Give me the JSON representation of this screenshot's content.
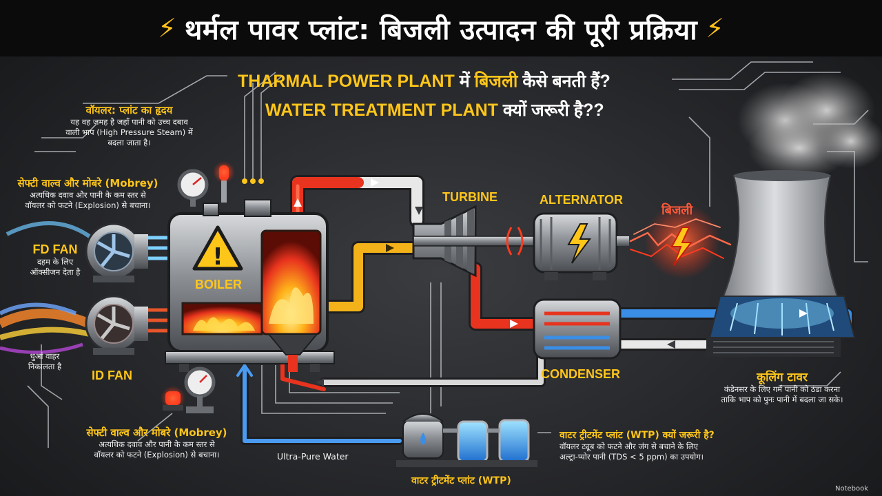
{
  "title": "थर्मल पावर प्लांट: बिजली उत्पादन की पूरी प्रक्रिया",
  "title_icon": "lightning-bolt-icon",
  "question1": {
    "a": "THARMAL POWER PLANT",
    "b": "में",
    "c": "बिजली",
    "d": "कैसे बनती हैं?"
  },
  "question2": {
    "a": "WATER TREATMENT PLANT",
    "b": "क्यों जरूरी है??"
  },
  "boiler_note": {
    "heading": "वॉयलर: प्लांट का हृदय",
    "lines": [
      "यह वह जमह है जहाँ पानी को उच्च दबाव",
      "वाली भाप (High Pressure Steam) में",
      "बदला जाता है।"
    ]
  },
  "safety_top": {
    "heading": "सेफ्टी वाल्व और मोबरे (Mobrey)",
    "lines": [
      "अत्यधिक दवाव और पानी के कम स्तर से",
      "वॉयलर को फटने (Explosion) से बचाना।"
    ]
  },
  "fd_fan": {
    "label": "FD FAN",
    "lines": [
      "दहम के लिए",
      "ऑक्सीजन देता है"
    ]
  },
  "id_fan": {
    "label": "ID FAN",
    "lines": [
      "धुआं वाहर",
      "निकालता है"
    ]
  },
  "safety_bottom": {
    "heading": "सेफ्टी वाल्व और मोबरे (Mobrey)",
    "lines": [
      "अत्यधिक दवाव और पानी के कम स्तर से",
      "वॉयलर को फटने (Explosion) से बचाना।"
    ]
  },
  "boiler_label": "BOILER",
  "turbine_label": "TURBINE",
  "alternator_label": "ALTERNATOR",
  "bijli_label": "बिजली",
  "condenser_label": "CONDENSER",
  "cooling_tower": {
    "heading": "कूलिंग टावर",
    "lines": [
      "कंडेनसर के लिए गर्म पानी को ठंडा करना",
      "ताकि भाप को पुनः पानी में बदला जा सके।"
    ]
  },
  "ultra_pure": "Ultra-Pure Water",
  "wtp_label": "वाटर ट्रीटमेंट प्लांट (WTP)",
  "wtp_note": {
    "heading": "वाटर ट्रीटमेंट प्लांट (WTP) क्यों जरूरी है?",
    "lines": [
      "वॉयलर ट्यूब को फटने और जंग से बचाने के लिए",
      "अल्ट्रा-प्योर पानी (TDS < 5 ppm) का उपयोग।"
    ]
  },
  "watermark": "Notebook",
  "colors": {
    "accent": "#ffc61a",
    "hot": "#e8331e",
    "steam_white": "#f4f4f4",
    "cold": "#2f7fd8",
    "background": "#2a2b2e"
  }
}
